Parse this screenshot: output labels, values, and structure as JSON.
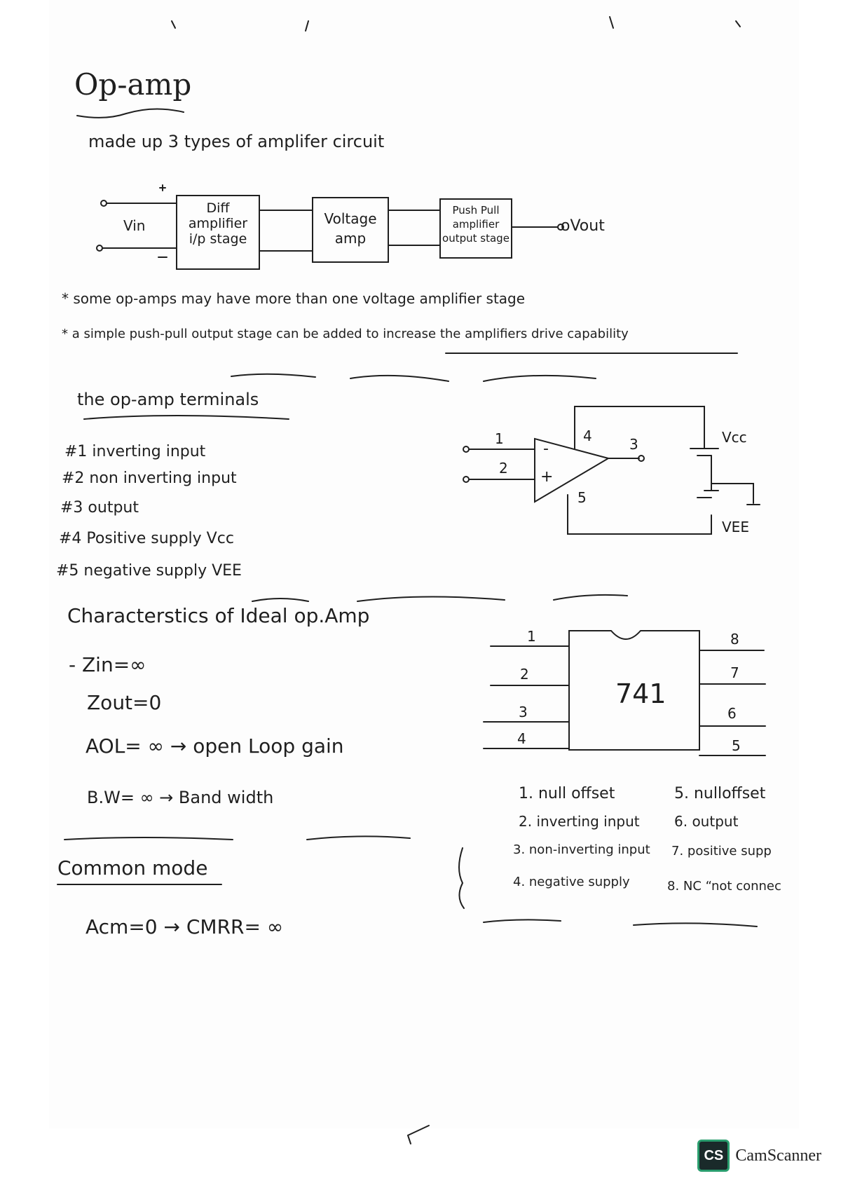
{
  "title": "Op-amp",
  "intro": "made up 3 types of amplifer circuit",
  "block_diagram": {
    "input_label": "Vin",
    "plus": "+",
    "minus": "-",
    "block1": "Diff amplifier i/p stage",
    "block2": "Voltage amp",
    "block3": "Push Pull amplifier output stage",
    "output_label": "oVout"
  },
  "notes": [
    "* some op-amps may have more than one voltage amplifier stage",
    "* a simple push-pull output stage can be added to increase the amplifiers drive capability"
  ],
  "terminals": {
    "heading": "the op-amp terminals",
    "items": [
      "#1  inverting input",
      "#2  non inverting input",
      "#3  output",
      "#4  Positive supply Vcc",
      "#5  negative supply VEE"
    ],
    "symbol": {
      "pin1": "1",
      "pin2": "2",
      "pin3": "3",
      "pin4": "4",
      "pin5": "5",
      "minus": "-",
      "plus": "+",
      "vcc": "Vcc",
      "vee": "VEE"
    }
  },
  "ideal": {
    "heading": "Characterstics of Ideal op.Amp",
    "zin": "- Zin=∞",
    "zout": "Zout=0",
    "aol": "AOL= ∞ → open Loop gain",
    "bw": "B.W= ∞ → Band width"
  },
  "ic741": {
    "label": "741",
    "left_pins": [
      "1",
      "2",
      "3",
      "4"
    ],
    "right_pins": [
      "8",
      "7",
      "6",
      "5"
    ],
    "desc_left": [
      "1. null offset",
      "2. inverting input",
      "3. non-inverting input",
      "4. negative supply"
    ],
    "desc_right": [
      "5. nulloffset",
      "6. output",
      "7. positive supp",
      "8. NC “not connec"
    ]
  },
  "common_mode": {
    "heading": "Common mode",
    "formula": "Acm=0 → CMRR= ∞"
  },
  "watermark": {
    "badge": "CS",
    "text": "CamScanner"
  },
  "colors": {
    "ink": "#1f1f1f",
    "watermark_green": "#2a9d6e"
  }
}
